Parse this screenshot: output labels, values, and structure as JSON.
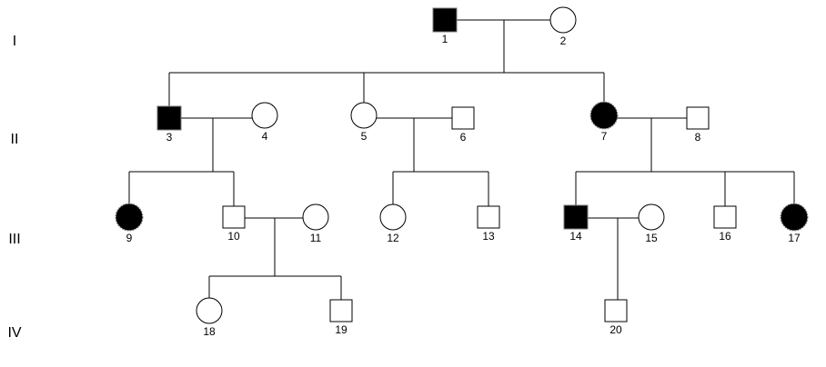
{
  "generations": [
    "I",
    "II",
    "III",
    "IV"
  ],
  "individuals": [
    {
      "id": "1",
      "label": "1",
      "sex": "male",
      "affected": true
    },
    {
      "id": "2",
      "label": "2",
      "sex": "female",
      "affected": false
    },
    {
      "id": "3",
      "label": "3",
      "sex": "male",
      "affected": true
    },
    {
      "id": "4",
      "label": "4",
      "sex": "female",
      "affected": false
    },
    {
      "id": "5",
      "label": "5",
      "sex": "female",
      "affected": false
    },
    {
      "id": "6",
      "label": "6",
      "sex": "male",
      "affected": false
    },
    {
      "id": "7",
      "label": "7",
      "sex": "female",
      "affected": true
    },
    {
      "id": "8",
      "label": "8",
      "sex": "male",
      "affected": false
    },
    {
      "id": "9",
      "label": "9",
      "sex": "female",
      "affected": true
    },
    {
      "id": "10",
      "label": "10",
      "sex": "male",
      "affected": false
    },
    {
      "id": "11",
      "label": "11",
      "sex": "female",
      "affected": false
    },
    {
      "id": "12",
      "label": "12",
      "sex": "female",
      "affected": false
    },
    {
      "id": "13",
      "label": "13",
      "sex": "male",
      "affected": false
    },
    {
      "id": "14",
      "label": "14",
      "sex": "male",
      "affected": true
    },
    {
      "id": "15",
      "label": "15",
      "sex": "female",
      "affected": false
    },
    {
      "id": "16",
      "label": "16",
      "sex": "male",
      "affected": false
    },
    {
      "id": "17",
      "label": "17",
      "sex": "female",
      "affected": true
    },
    {
      "id": "18",
      "label": "18",
      "sex": "female",
      "affected": false
    },
    {
      "id": "19",
      "label": "19",
      "sex": "male",
      "affected": false
    },
    {
      "id": "20",
      "label": "20",
      "sex": "male",
      "affected": false
    }
  ],
  "couples": [
    {
      "partners": [
        "1",
        "2"
      ],
      "children": [
        "3",
        "5",
        "7"
      ]
    },
    {
      "partners": [
        "3",
        "4"
      ],
      "children": [
        "9",
        "10"
      ]
    },
    {
      "partners": [
        "5",
        "6"
      ],
      "children": [
        "12",
        "13"
      ]
    },
    {
      "partners": [
        "7",
        "8"
      ],
      "children": [
        "14",
        "16",
        "17"
      ]
    },
    {
      "partners": [
        "10",
        "11"
      ],
      "children": [
        "18",
        "19"
      ]
    },
    {
      "partners": [
        "14",
        "15"
      ],
      "children": [
        "20"
      ]
    }
  ],
  "colors": {
    "affected": "#000000",
    "unaffected": "#ffffff",
    "line": "#000000"
  }
}
